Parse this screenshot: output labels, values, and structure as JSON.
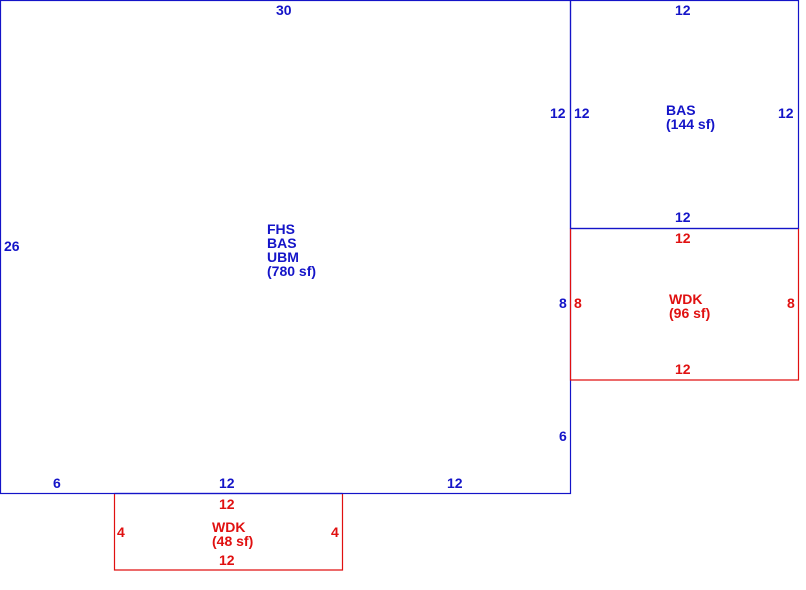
{
  "colors": {
    "living_area": "#1414c8",
    "deck": "#e01010"
  },
  "areas": {
    "main": {
      "codes": [
        "FHS",
        "BAS",
        "UBM"
      ],
      "area": "(780 sf)",
      "dims": {
        "top": "30",
        "left": "26",
        "right_upper": "12",
        "right_middle": "8",
        "right_lower": "6",
        "bottom_left": "6",
        "bottom_middle": "12",
        "bottom_right": "12"
      }
    },
    "addition": {
      "codes": [
        "BAS"
      ],
      "area": "(144 sf)",
      "dims": {
        "top": "12",
        "left": "12",
        "right": "12",
        "bottom": "12"
      }
    },
    "side_deck": {
      "codes": [
        "WDK"
      ],
      "area": "(96 sf)",
      "dims": {
        "top": "12",
        "left": "8",
        "right": "8",
        "bottom": "12"
      }
    },
    "rear_deck": {
      "codes": [
        "WDK"
      ],
      "area": "(48 sf)",
      "dims": {
        "top": "12",
        "left": "4",
        "right": "4",
        "bottom": "12"
      }
    }
  }
}
